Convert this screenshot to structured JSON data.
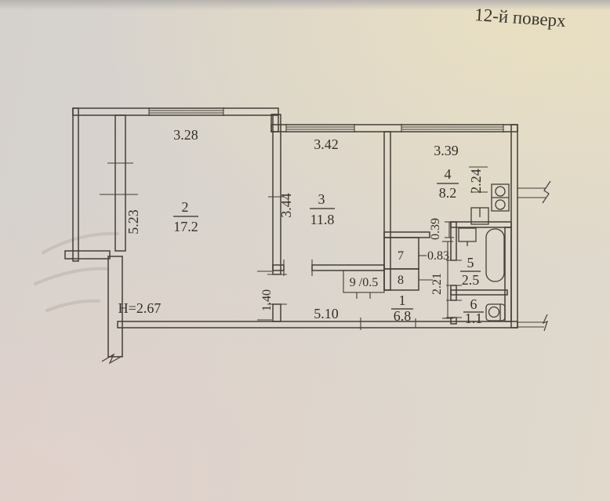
{
  "photo": {
    "title": "12-й поверх"
  },
  "plan": {
    "height_note": "H=2.67",
    "rooms": {
      "r1": {
        "number": "1",
        "area": "6.8"
      },
      "r2": {
        "number": "2",
        "area": "17.2"
      },
      "r3": {
        "number": "3",
        "area": "11.8"
      },
      "r4": {
        "number": "4",
        "area": "8.2"
      },
      "r5": {
        "number": "5",
        "area": "2.5"
      },
      "r6": {
        "number": "6",
        "area": "1.1"
      },
      "r7": {
        "number": "7"
      },
      "r8": {
        "number": "8"
      },
      "r9": {
        "label": "9 /0.5"
      }
    },
    "dims": {
      "room2_width": "3.28",
      "room2_depth": "5.23",
      "room3_width": "3.42",
      "room3_depth": "3.44",
      "room4_width": "3.39",
      "room4_depth": "2.24",
      "niche_depth": "0.39",
      "branch_width": "0.83",
      "branch_length": "2.21",
      "hall_width": "1.40",
      "hall_length": "5.10"
    }
  },
  "colors": {
    "ink": "#433e38",
    "paper": "#dcd6cd"
  }
}
